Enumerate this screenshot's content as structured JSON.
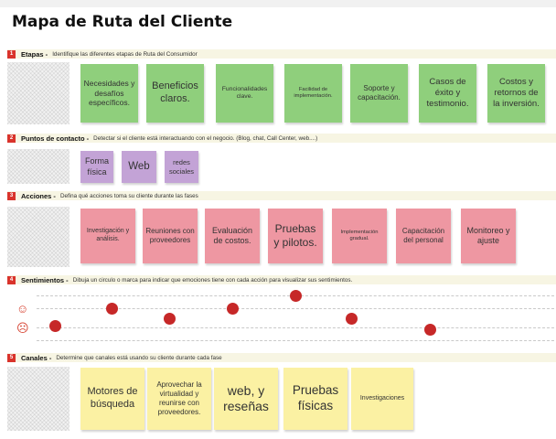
{
  "title": "Mapa de Ruta del Cliente",
  "sections": [
    {
      "num": "1",
      "title": "Etapas -",
      "desc": "Identifique las diferentes etapas de Ruta del Consumidor"
    },
    {
      "num": "2",
      "title": "Puntos de contacto -",
      "desc": "Detectar si el cliente está interactuando con el negocio. (Blog, chat, Call Center, web....)"
    },
    {
      "num": "3",
      "title": "Acciones -",
      "desc": "Defina qué acciones toma su cliente durante las fases"
    },
    {
      "num": "4",
      "title": "Sentimientos -",
      "desc": "Dibuja un circulo o marca para indicar que  emociones tiene con cada acción para visualizar sus sentimientos."
    },
    {
      "num": "5",
      "title": "Canales -",
      "desc": "Determine que canales está usando su cliente durante cada fase"
    }
  ],
  "etapas": [
    "Necesidades y desafíos específicos.",
    "Beneficios claros.",
    "Funcionalidades clave.",
    "Facilidad de implementación.",
    "Soporte y capacitación.",
    "Casos de éxito y testimonio.",
    "Costos y retornos de la inversión."
  ],
  "puntos": [
    "Forma física",
    "Web",
    "redes sociales"
  ],
  "acciones": [
    "Investigación y análisis.",
    "Reuniones con proveedores",
    "Evaluación de costos.",
    "Pruebas y pilotos.",
    "Implementación gradual.",
    "Capacitación del personal",
    "Monitoreo y ajuste"
  ],
  "sentimientos": {
    "icons": {
      "happy": "smile-icon",
      "sad": "frown-icon"
    },
    "levels": [
      -0.6,
      0.3,
      -0.2,
      0.3,
      1,
      -0.2,
      -0.8
    ],
    "dot_color": "#c62828"
  },
  "canales": [
    "Motores de búsqueda",
    "Aprovechar la virtualidad y reunirse con proveedores.",
    "web, y reseñas",
    "Pruebas físicas",
    "Investigaciones"
  ],
  "colors": {
    "etapas": "#8fcf7c",
    "puntos": "#c3a3d6",
    "acciones": "#ee97a2",
    "canales": "#fbf1a3",
    "accent": "#d9332b"
  }
}
